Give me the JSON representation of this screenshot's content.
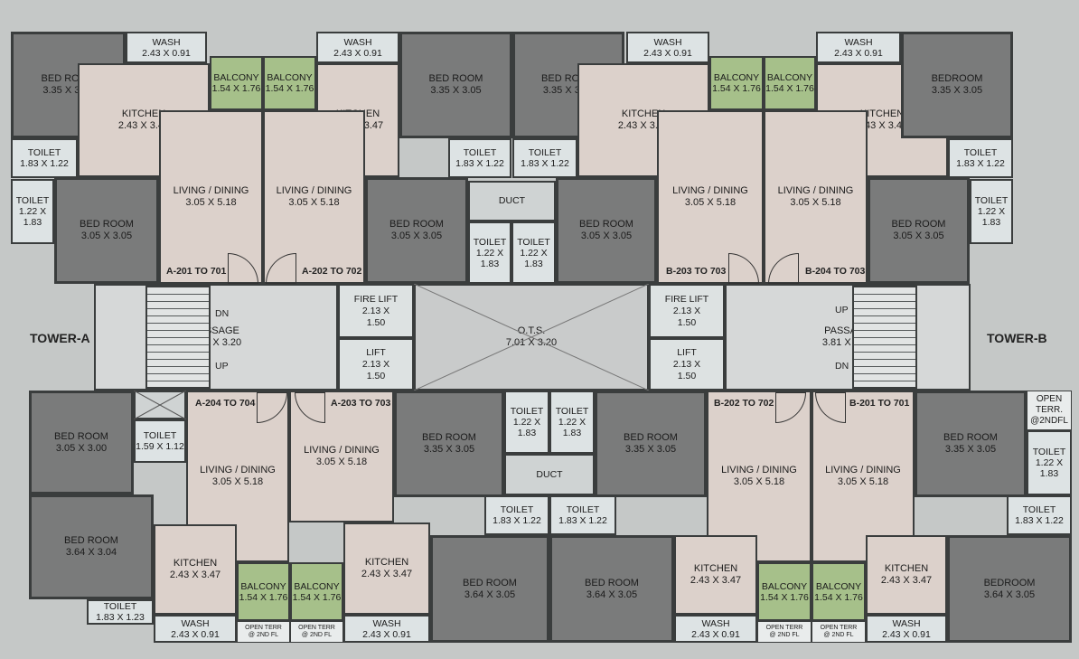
{
  "towers": {
    "a": "TOWER-A",
    "b": "TOWER-B"
  },
  "units": {
    "a201": "A-201 TO 701",
    "a202": "A-202 TO 702",
    "b203": "B-203 TO 703",
    "b204": "B-204 TO 703",
    "a204": "A-204 TO 704",
    "a203": "A-203 TO 703",
    "b202": "B-202 TO 702",
    "b201": "B-201 TO 701"
  },
  "core": {
    "dn": "DN",
    "up": "UP",
    "passage_label": "PASSAGE",
    "passage_size": "3.81 X 3.20",
    "fire_lift_label": "FIRE LIFT",
    "fire_lift_size_a": "2.13 X",
    "fire_lift_size_b": "1.50",
    "lift_label": "LIFT",
    "ots_label": "O.T.S.",
    "ots_size": "7.01 X 3.20",
    "duct_label": "DUCT"
  },
  "rooms": [
    {
      "id": "r1",
      "type": "bed",
      "name": "BED ROOM",
      "size": "3.35 X 3.05"
    },
    {
      "id": "r2",
      "type": "wash",
      "name": "WASH",
      "size": "2.43 X 0.91"
    },
    {
      "id": "r3",
      "type": "kit",
      "name": "KITCHEN",
      "size": "2.43 X 3.47"
    },
    {
      "id": "r4",
      "type": "bal",
      "name": "BALCONY",
      "size": "1.54 X 1.76"
    },
    {
      "id": "r5",
      "type": "bal",
      "name": "BALCONY",
      "size": "1.54 X 1.76"
    },
    {
      "id": "r6",
      "type": "toi",
      "name": "TOILET",
      "size": "1.83 X 1.22"
    },
    {
      "id": "r7",
      "type": "toi",
      "name": "TOILET",
      "size": "1.22 X 1.83"
    },
    {
      "id": "r8",
      "type": "bed",
      "name": "BED ROOM",
      "size": "3.05 X 3.05"
    },
    {
      "id": "r9",
      "type": "liv",
      "name": "LIVING / DINING",
      "size": "3.05 X 5.18"
    },
    {
      "id": "r10",
      "type": "wash",
      "name": "WASH",
      "size": "2.43 X 0.91"
    },
    {
      "id": "r11",
      "type": "kit",
      "name": "KITCHEN",
      "size": "2.43 X 3.47"
    },
    {
      "id": "r12",
      "type": "liv",
      "name": "LIVING / DINING",
      "size": "3.05 X 5.18"
    },
    {
      "id": "r13",
      "type": "bed",
      "name": "BED ROOM",
      "size": "3.35 X 3.05"
    },
    {
      "id": "r14",
      "type": "toi",
      "name": "TOILET",
      "size": "1.83 X 1.22"
    },
    {
      "id": "r15",
      "type": "bed",
      "name": "BED ROOM",
      "size": "3.05 X 3.05"
    },
    {
      "id": "r16",
      "type": "toi",
      "name": "TOILET",
      "size": "1.22 X 1.83"
    },
    {
      "id": "r17",
      "type": "bed",
      "name": "BED ROOM",
      "size": "3.35 X 3.05"
    },
    {
      "id": "r18",
      "type": "toi",
      "name": "TOILET",
      "size": "1.83 X 1.22"
    },
    {
      "id": "r19",
      "type": "toi",
      "name": "TOILET",
      "size": "1.22 X 1.83"
    },
    {
      "id": "r20",
      "type": "bed",
      "name": "BED ROOM",
      "size": "3.05 X 3.05"
    },
    {
      "id": "r21",
      "type": "wash",
      "name": "WASH",
      "size": "2.43 X 0.91"
    },
    {
      "id": "r22",
      "type": "kit",
      "name": "KITCHEN",
      "size": "2.43 X 3.47"
    },
    {
      "id": "r23",
      "type": "bal",
      "name": "BALCONY",
      "size": "1.54 X 1.76"
    },
    {
      "id": "r24",
      "type": "liv",
      "name": "LIVING / DINING",
      "size": "3.05 X 5.18"
    },
    {
      "id": "r25",
      "type": "bal",
      "name": "BALCONY",
      "size": "1.54 X 1.76"
    },
    {
      "id": "r26",
      "type": "wash",
      "name": "WASH",
      "size": "2.43 X 0.91"
    },
    {
      "id": "r27",
      "type": "kit",
      "name": "KITCHEN",
      "size": "2.43 X 3.47"
    },
    {
      "id": "r28",
      "type": "liv",
      "name": "LIVING / DINING",
      "size": "3.05 X 5.18"
    },
    {
      "id": "r29",
      "type": "bed",
      "name": "BEDROOM",
      "size": "3.35 X 3.05"
    },
    {
      "id": "r30",
      "type": "toi",
      "name": "TOILET",
      "size": "1.83 X 1.22"
    },
    {
      "id": "r31",
      "type": "toi",
      "name": "TOILET",
      "size": "1.22 X 1.83"
    },
    {
      "id": "r32",
      "type": "bed",
      "name": "BED ROOM",
      "size": "3.05 X 3.05"
    },
    {
      "id": "s1",
      "type": "bed",
      "name": "BED ROOM",
      "size": "3.05 X 3.00"
    },
    {
      "id": "s2",
      "type": "toi",
      "name": "TOILET",
      "size": "1.59 X 1.12"
    },
    {
      "id": "s3",
      "type": "liv",
      "name": "LIVING / DINING",
      "size": "3.05 X 5.18"
    },
    {
      "id": "s4",
      "type": "bed",
      "name": "BED ROOM",
      "size": "3.64 X 3.04"
    },
    {
      "id": "s5",
      "type": "kit",
      "name": "KITCHEN",
      "size": "2.43 X 3.47"
    },
    {
      "id": "s6",
      "type": "bal",
      "name": "BALCONY",
      "size": "1.54 X 1.76"
    },
    {
      "id": "s7",
      "type": "bal",
      "name": "BALCONY",
      "size": "1.54 X 1.76"
    },
    {
      "id": "s8",
      "type": "toi",
      "name": "TOILET",
      "size": "1.83 X 1.23"
    },
    {
      "id": "s9",
      "type": "wash",
      "name": "WASH",
      "size": "2.43 X 0.91"
    },
    {
      "id": "s10",
      "type": "liv",
      "name": "LIVING / DINING",
      "size": "3.05 X 5.18"
    },
    {
      "id": "s11",
      "type": "kit",
      "name": "KITCHEN",
      "size": "2.43 X 3.47"
    },
    {
      "id": "s12",
      "type": "wash",
      "name": "WASH",
      "size": "2.43 X 0.91"
    },
    {
      "id": "s13",
      "type": "bed",
      "name": "BED ROOM",
      "size": "3.35 X 3.05"
    },
    {
      "id": "s14",
      "type": "toi",
      "name": "TOILET",
      "size": "1.22 X 1.83"
    },
    {
      "id": "s15",
      "type": "toi",
      "name": "TOILET",
      "size": "1.22 X 1.83"
    },
    {
      "id": "s16",
      "type": "toi",
      "name": "TOILET",
      "size": "1.83 X 1.22"
    },
    {
      "id": "s17",
      "type": "toi",
      "name": "TOILET",
      "size": "1.83 X 1.22"
    },
    {
      "id": "s18",
      "type": "bed",
      "name": "BED ROOM",
      "size": "3.64 X 3.05"
    },
    {
      "id": "s19",
      "type": "bed",
      "name": "BED ROOM",
      "size": "3.64 X 3.05"
    },
    {
      "id": "s20",
      "type": "bed",
      "name": "BED ROOM",
      "size": "3.35 X 3.05"
    },
    {
      "id": "s21",
      "type": "liv",
      "name": "LIVING / DINING",
      "size": "3.05 X 5.18"
    },
    {
      "id": "s22",
      "type": "kit",
      "name": "KITCHEN",
      "size": "2.43 X 3.47"
    },
    {
      "id": "s23",
      "type": "wash",
      "name": "WASH",
      "size": "2.43 X 0.91"
    },
    {
      "id": "s24",
      "type": "bal",
      "name": "BALCONY",
      "size": "1.54 X 1.76"
    },
    {
      "id": "s25",
      "type": "bal",
      "name": "BALCONY",
      "size": "1.54 X 1.76"
    },
    {
      "id": "s26",
      "type": "liv",
      "name": "LIVING / DINING",
      "size": "3.05 X 5.18"
    },
    {
      "id": "s27",
      "type": "kit",
      "name": "KITCHEN",
      "size": "2.43 X 3.47"
    },
    {
      "id": "s28",
      "type": "wash",
      "name": "WASH",
      "size": "2.43 X 0.91"
    },
    {
      "id": "s29",
      "type": "bed",
      "name": "BED ROOM",
      "size": "3.35 X 3.05"
    },
    {
      "id": "s30",
      "type": "toi",
      "name": "TOILET",
      "size": "1.22 X 1.83"
    },
    {
      "id": "s31",
      "type": "toi",
      "name": "TOILET",
      "size": "1.83 X 1.22"
    },
    {
      "id": "s32",
      "type": "bed",
      "name": "BEDROOM",
      "size": "3.64 X 3.05"
    }
  ],
  "open_terraces": {
    "terr_label": "OPEN TERR.",
    "terr_sub": "@2NDFL",
    "small_label": "OPEN TERR",
    "small_sub": "@ 2ND FL"
  }
}
